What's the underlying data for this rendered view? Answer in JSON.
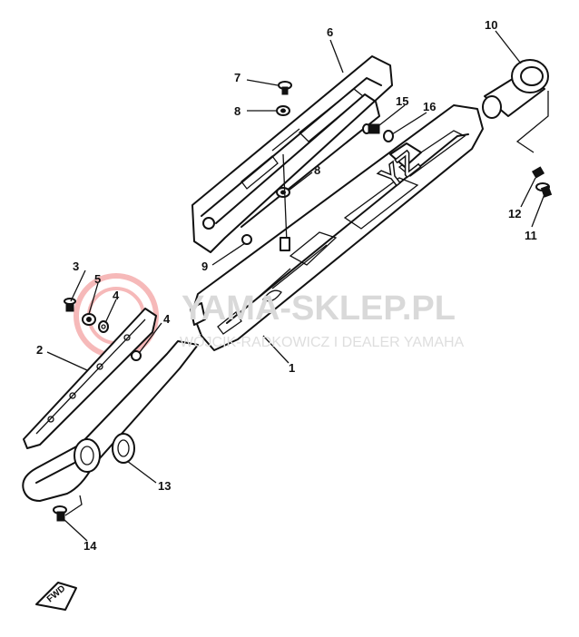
{
  "watermark": {
    "line1": "YAMA-SKLEP.PL",
    "line2": "WÓJCIK-RADKOWICZ I DEALER YAMAHA",
    "logo_color": "#e63a3a"
  },
  "callouts": [
    {
      "id": "p1",
      "text": "1"
    },
    {
      "id": "p2",
      "text": "2"
    },
    {
      "id": "p3",
      "text": "3"
    },
    {
      "id": "p4a",
      "text": "4"
    },
    {
      "id": "p4b",
      "text": "4"
    },
    {
      "id": "p5",
      "text": "5"
    },
    {
      "id": "p6",
      "text": "6"
    },
    {
      "id": "p7",
      "text": "7"
    },
    {
      "id": "p8a",
      "text": "8"
    },
    {
      "id": "p8b",
      "text": "8"
    },
    {
      "id": "p9",
      "text": "9"
    },
    {
      "id": "p10",
      "text": "10"
    },
    {
      "id": "p11",
      "text": "11"
    },
    {
      "id": "p12",
      "text": "12"
    },
    {
      "id": "p13",
      "text": "13"
    },
    {
      "id": "p14",
      "text": "14"
    },
    {
      "id": "p15",
      "text": "15"
    },
    {
      "id": "p16",
      "text": "16"
    }
  ],
  "muffler_lettering": "YZ",
  "fwd_badge": "FWD"
}
